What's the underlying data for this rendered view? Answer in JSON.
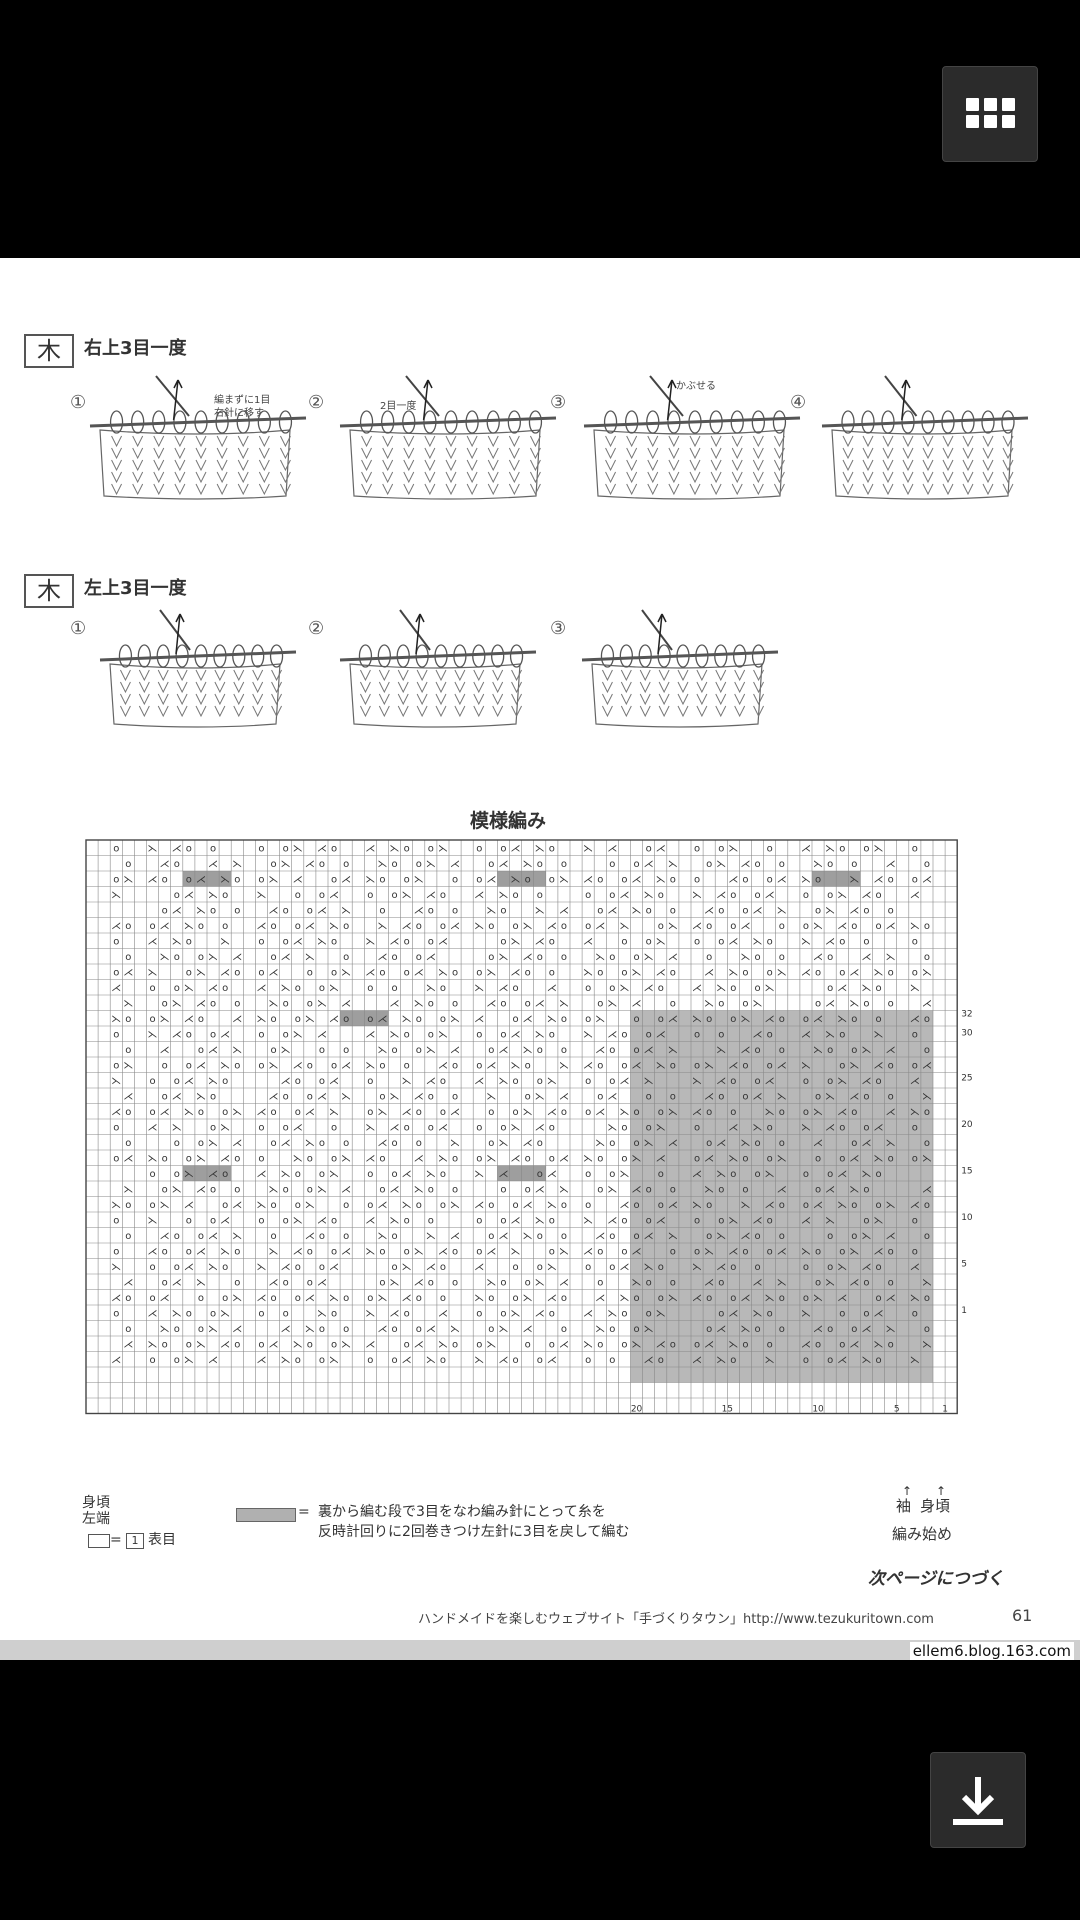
{
  "toolbar": {
    "menu_icon": "grid-menu-icon",
    "download_icon": "download-icon"
  },
  "credit": "ellem6.blog.163.com",
  "section1": {
    "symbol": "木",
    "title": "右上3目一度",
    "steps": [
      "①",
      "②",
      "③",
      "④"
    ],
    "notes": {
      "s1_line1": "編まずに1目",
      "s1_line2": "右針に移す",
      "s2": "2目一度",
      "s3": "かぶせる"
    }
  },
  "section2": {
    "symbol": "木",
    "title": "左上3目一度",
    "steps": [
      "①",
      "②",
      "③"
    ]
  },
  "chart": {
    "title": "模様編み",
    "row_labels": [
      "32",
      "30",
      "25",
      "20",
      "15",
      "10",
      "5",
      "1"
    ],
    "col_labels": [
      "20",
      "15",
      "10",
      "5",
      "1"
    ],
    "left_label_line1": "身頃",
    "left_label_line2": "左端",
    "right_label_1": "袖",
    "right_label_2": "身頃",
    "start_label": "編み始め",
    "legend_key_symbol": "1",
    "legend_key_text": "表目",
    "legend_line1": "裏から編む段で3目をなわ編み針にとって糸を",
    "legend_line2": "反時計回りに2回巻きつけ左針に3目を戻して編む"
  },
  "footer": {
    "next": "次ページにつづく",
    "site": "ハンドメイドを楽しむウェブサイト「手づくりタウン」http://www.tezukuritown.com",
    "page": "61"
  },
  "colors": {
    "background": "#000000",
    "page": "#ffffff",
    "shade": "#b0b0b0"
  }
}
